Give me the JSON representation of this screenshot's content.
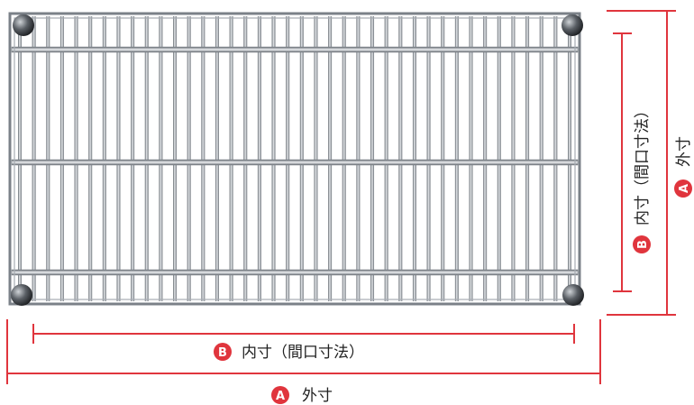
{
  "labels": {
    "outer_badge": "A",
    "outer_text": "外寸",
    "inner_badge": "B",
    "inner_text": "内寸（間口寸法）"
  },
  "colors": {
    "dimension": "#e0353d",
    "badge": "#e0353d",
    "wire_dark": "#6e747b",
    "wire_light": "#d7dbe0",
    "post": "#2a2d31"
  },
  "shelf": {
    "longitudinal_wire_count": 40,
    "cross_bar_count": 3
  }
}
